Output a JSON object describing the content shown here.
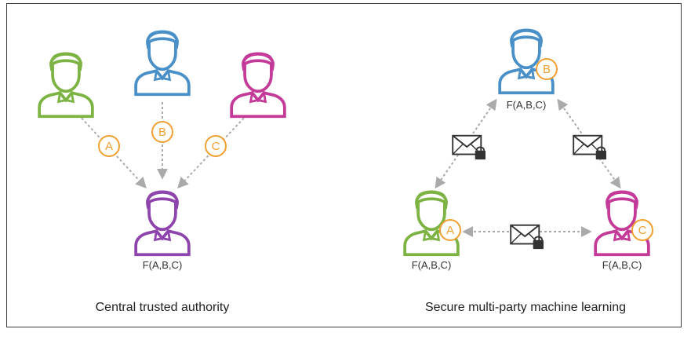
{
  "colors": {
    "green": "#7cb342",
    "blue": "#4a90c8",
    "magenta": "#c43a98",
    "purple": "#8e44ad",
    "badge": "#f0a030",
    "arrow": "#aaaaaa",
    "envelope": "#333333"
  },
  "left": {
    "caption": "Central trusted authority",
    "parties": [
      {
        "color": "green",
        "badge": "A"
      },
      {
        "color": "blue",
        "badge": "B"
      },
      {
        "color": "magenta",
        "badge": "C"
      }
    ],
    "authority": {
      "color": "purple",
      "label": "F(A,B,C)"
    }
  },
  "right": {
    "caption": "Secure multi-party machine learning",
    "parties": [
      {
        "color": "blue",
        "badge": "B",
        "label": "F(A,B,C)"
      },
      {
        "color": "green",
        "badge": "A",
        "label": "F(A,B,C)"
      },
      {
        "color": "magenta",
        "badge": "C",
        "label": "F(A,B,C)"
      }
    ],
    "icons": [
      "locked-envelope-icon",
      "locked-envelope-icon",
      "locked-envelope-icon"
    ]
  }
}
